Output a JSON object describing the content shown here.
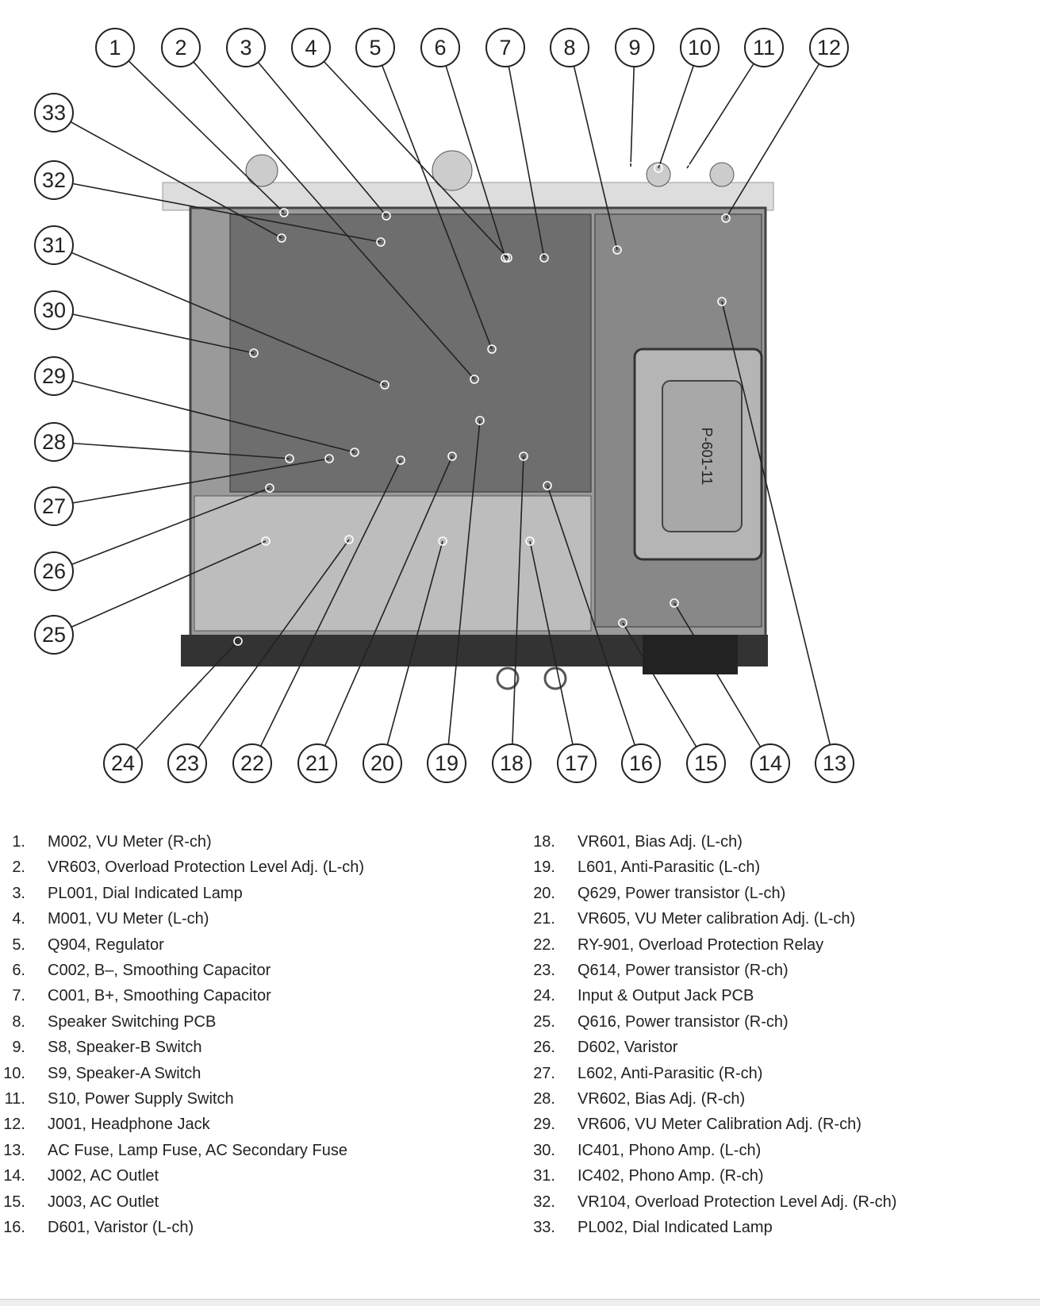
{
  "callouts": {
    "top": [
      "1",
      "2",
      "3",
      "4",
      "5",
      "6",
      "7",
      "8",
      "9",
      "10",
      "11",
      "12"
    ],
    "left": [
      "33",
      "32",
      "31",
      "30",
      "29",
      "28",
      "27",
      "26",
      "25"
    ],
    "bottom": [
      "24",
      "23",
      "22",
      "21",
      "20",
      "19",
      "18",
      "17",
      "16",
      "15",
      "14",
      "13"
    ]
  },
  "transformer_marking": "P-601-11",
  "legend_left": [
    {
      "n": "1.",
      "t": "M002, VU Meter (R-ch)"
    },
    {
      "n": "2.",
      "t": "VR603, Overload Protection Level Adj. (L-ch)"
    },
    {
      "n": "3.",
      "t": "PL001, Dial Indicated Lamp"
    },
    {
      "n": "4.",
      "t": "M001, VU Meter (L-ch)"
    },
    {
      "n": "5.",
      "t": "Q904,  Regulator"
    },
    {
      "n": "6.",
      "t": "C002, B–, Smoothing Capacitor"
    },
    {
      "n": "7.",
      "t": "C001, B+, Smoothing Capacitor"
    },
    {
      "n": "8.",
      "t": "Speaker Switching PCB"
    },
    {
      "n": "9.",
      "t": "S8, Speaker-B Switch"
    },
    {
      "n": "10.",
      "t": "S9, Speaker-A Switch"
    },
    {
      "n": "11.",
      "t": "S10, Power Supply Switch"
    },
    {
      "n": "12.",
      "t": "J001, Headphone Jack"
    },
    {
      "n": "13.",
      "t": "AC Fuse, Lamp Fuse, AC Secondary Fuse"
    },
    {
      "n": "14.",
      "t": "J002, AC Outlet"
    },
    {
      "n": "15.",
      "t": "J003, AC Outlet"
    },
    {
      "n": "16.",
      "t": "D601, Varistor (L-ch)"
    }
  ],
  "legend_right": [
    {
      "n": "18.",
      "t": "VR601, Bias Adj. (L-ch)"
    },
    {
      "n": "19.",
      "t": "L601, Anti-Parasitic (L-ch)"
    },
    {
      "n": "20.",
      "t": "Q629, Power transistor (L-ch)"
    },
    {
      "n": "21.",
      "t": "VR605, VU Meter calibration Adj. (L-ch)"
    },
    {
      "n": "22.",
      "t": "RY-901, Overload Protection Relay"
    },
    {
      "n": "23.",
      "t": "Q614, Power transistor (R-ch)"
    },
    {
      "n": "24.",
      "t": "Input & Output Jack PCB"
    },
    {
      "n": "25.",
      "t": "Q616, Power transistor (R-ch)"
    },
    {
      "n": "26.",
      "t": "D602, Varistor"
    },
    {
      "n": "27.",
      "t": "L602, Anti-Parasitic (R-ch)"
    },
    {
      "n": "28.",
      "t": "VR602, Bias Adj. (R-ch)"
    },
    {
      "n": "29.",
      "t": "VR606, VU Meter Calibration Adj. (R-ch)"
    },
    {
      "n": "30.",
      "t": "IC401, Phono Amp. (L-ch)"
    },
    {
      "n": "31.",
      "t": "IC402, Phono Amp. (R-ch)"
    },
    {
      "n": "32.",
      "t": "VR104, Overload Protection Level Adj. (R-ch)"
    },
    {
      "n": "33.",
      "t": "PL002, Dial Indicated Lamp"
    }
  ]
}
